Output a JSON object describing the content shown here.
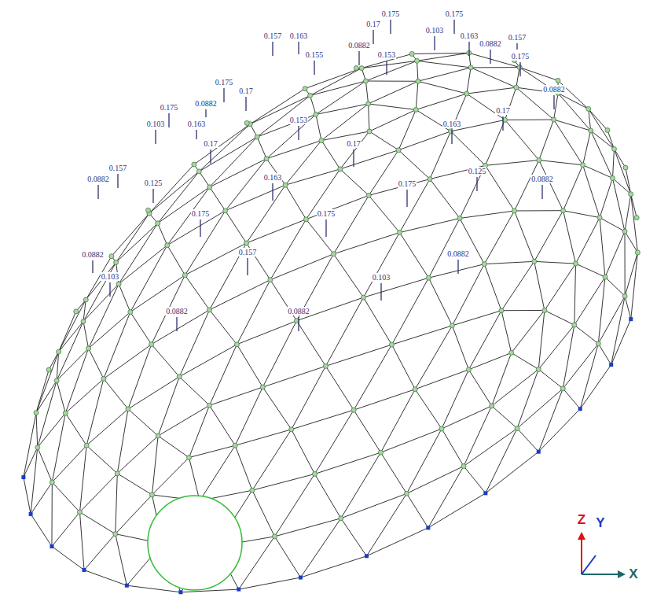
{
  "diagram": {
    "labels": [
      "0.175",
      "0.175",
      "0.17",
      "0.157",
      "0.163",
      "0.103",
      "0.163",
      "0.0882",
      "0.0882",
      "0.157",
      "0.155",
      "0.153",
      "0.175",
      "0.175",
      "0.17",
      "0.0882",
      "0.0882",
      "0.175",
      "0.103",
      "0.163",
      "0.17",
      "0.157",
      "0.0882",
      "0.163",
      "0.17",
      "0.175",
      "0.175",
      "0.175",
      "0.0882",
      "0.103",
      "0.157",
      "0.0882",
      "0.103",
      "0.0882",
      "0.0882",
      "0.153",
      "0.125",
      "0.125",
      "0.0882",
      "0.163",
      "0.17",
      "Z",
      "Y",
      "X"
    ]
  }
}
